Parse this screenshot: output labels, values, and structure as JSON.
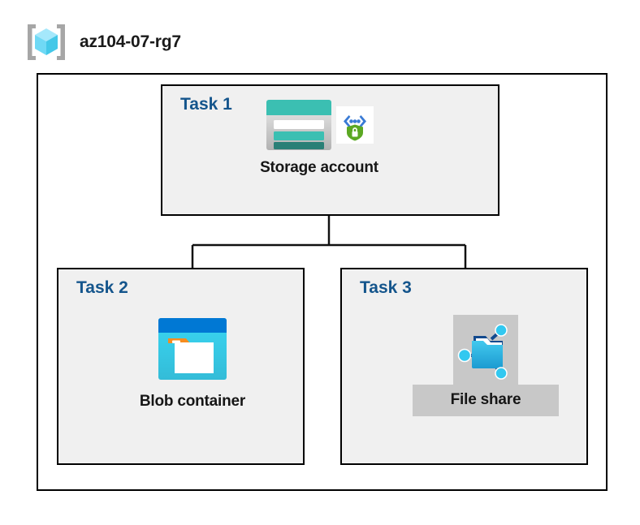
{
  "resource_group": {
    "name": "az104-07-rg7",
    "icon": "resource-group-icon"
  },
  "colors": {
    "task_label": "#14558C",
    "box_border": "#000000",
    "task_fill": "#F0F0F0",
    "canvas": "#FFFFFF",
    "highlight": "#C8C8C8",
    "storage_teal": "#3BBFB2",
    "storage_teal_dark": "#2A7F76",
    "blob_blue": "#0078D4",
    "blob_cyan": "#32C8E6",
    "blob_orange": "#F68C1F",
    "fileshare_cyan": "#32C8F0",
    "fileshare_node_line": "#134A8E",
    "shield_green": "#5BA823",
    "bracket_gray": "#A6A6A6",
    "cube_cyan": "#9BE7FA"
  },
  "tasks": [
    {
      "id": "task1",
      "label": "Task 1",
      "node": {
        "caption": "Storage account",
        "icon": "storage-account-icon",
        "badge_icon": "secure-endpoint-shield-icon"
      }
    },
    {
      "id": "task2",
      "label": "Task 2",
      "node": {
        "caption": "Blob container",
        "icon": "blob-container-icon"
      }
    },
    {
      "id": "task3",
      "label": "Task 3",
      "node": {
        "caption": "File share",
        "icon": "file-share-icon",
        "highlighted": true
      }
    }
  ],
  "connections": [
    {
      "from": "task1",
      "to": "task2"
    },
    {
      "from": "task1",
      "to": "task3"
    }
  ]
}
